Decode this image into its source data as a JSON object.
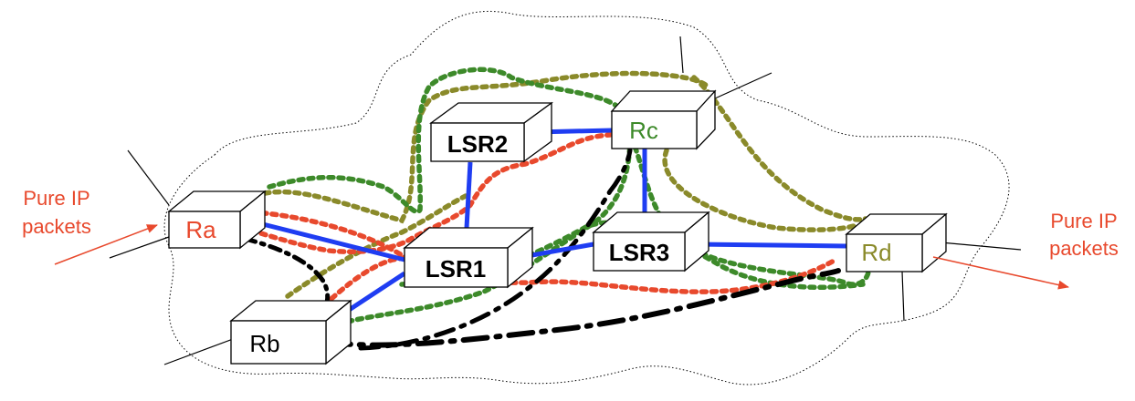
{
  "routers": {
    "lsr1": {
      "label": "LSR1"
    },
    "lsr2": {
      "label": "LSR2"
    },
    "lsr3": {
      "label": "LSR3"
    },
    "ra": {
      "label": "Ra"
    },
    "rb": {
      "label": "Rb"
    },
    "rc": {
      "label": "Rc"
    },
    "rd": {
      "label": "Rd"
    }
  },
  "annotations": {
    "ingress_line1": "Pure IP",
    "ingress_line2": "packets",
    "egress_line1": "Pure IP",
    "egress_line2": "packets"
  },
  "colors": {
    "link": "#1f3df2",
    "path_red": "#e8492d",
    "path_green": "#3d8a2a",
    "path_olive": "#8a8a2a",
    "path_black": "#000000",
    "arrow": "#e8492d",
    "label_ra": "#e8492d",
    "label_rc": "#3d8a2a",
    "label_rd": "#8a8a2a",
    "label_rb": "#000000"
  }
}
